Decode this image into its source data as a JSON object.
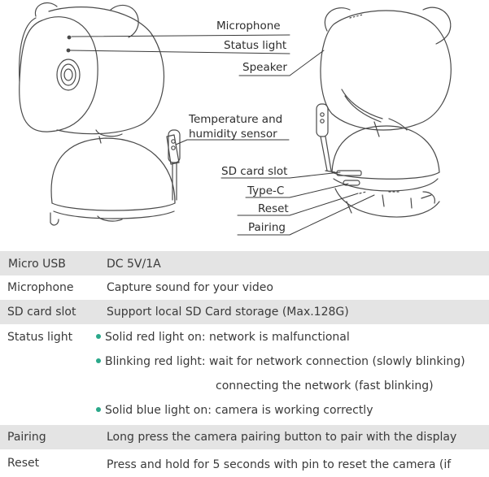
{
  "callouts": {
    "microphone": "Microphone",
    "status_light": "Status light",
    "speaker": "Speaker",
    "temp_line1": "Temperature and",
    "temp_line2": "humidity sensor",
    "sd_card_slot": "SD card slot",
    "type_c": "Type-C",
    "reset": "Reset",
    "pairing": "Pairing"
  },
  "table": {
    "rows": [
      {
        "key": "Micro USB",
        "value": "DC 5V/1A"
      },
      {
        "key": "Microphone",
        "value": "Capture sound for your video"
      },
      {
        "key": "SD card slot",
        "value": "Support local SD Card storage (Max.128G)"
      },
      {
        "key": "Status light",
        "value": ""
      },
      {
        "key": "Pairing",
        "value": "Long press the camera pairing button to pair with the display"
      },
      {
        "key": "Reset",
        "value": "Press and hold for 5 seconds with pin to reset the camera (if"
      }
    ],
    "status_bullets": [
      "Solid red light on: network is malfunctional",
      "Blinking red light: wait for network connection (slowly blinking)",
      "connecting the network (fast blinking)",
      "Solid blue light on: camera is working correctly"
    ]
  },
  "colors": {
    "bullet": "#2aa88a",
    "row_shade": "#e4e4e4",
    "line": "#3a3a3a"
  }
}
